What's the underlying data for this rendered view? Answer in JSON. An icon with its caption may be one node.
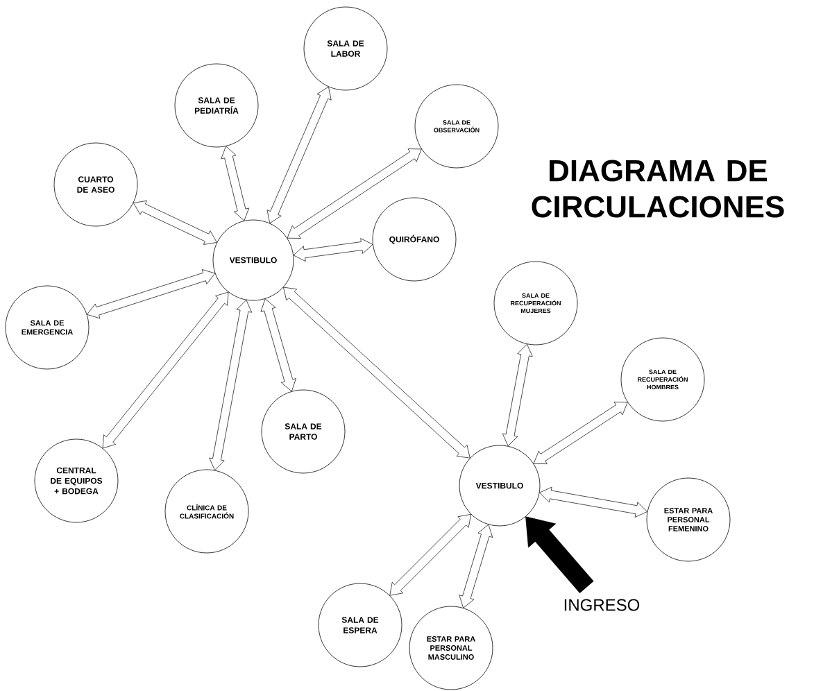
{
  "diagram": {
    "title": "DIAGRAMA DE CIRCULACIONES",
    "nodes": [
      {
        "text": [
          "VESTIBULO"
        ]
      },
      {
        "text": [
          "SALA DE PEDIATRÍA"
        ]
      },
      {
        "text": [
          "SALA DE LABOR"
        ]
      },
      {
        "text": [
          "SALA DE OBSERVACIÓN"
        ]
      },
      {
        "text": [
          "CUARTO DE ASEO"
        ]
      },
      {
        "text": [
          "QUIRÓFANO"
        ]
      },
      {
        "text": [
          "SALA DE EMERGENCIA"
        ]
      },
      {
        "text": [
          "CENTRAL DE EQUIPOS + BODEGA"
        ]
      },
      {
        "text": [
          "CLÍNICA DE CLASIFICACIÓN"
        ]
      },
      {
        "text": [
          "SALA DE PARTO"
        ]
      },
      {
        "text": [
          "VESTIBULO"
        ]
      },
      {
        "text": [
          "SALA DE RECUPERACIÓN MUJERES"
        ]
      },
      {
        "text": [
          "SALA DE RECUPERACIÓN HOMBRES"
        ]
      },
      {
        "text": [
          "ESTAR PARA PERSONAL FEMENINO"
        ]
      },
      {
        "text": [
          "SALA DE ESPERA"
        ]
      },
      {
        "text": [
          "ESTAR PARA PERSONAL MASCULINO"
        ]
      },
      {
        "text": [
          "INGRESO"
        ]
      }
    ],
    "edges": [
      {
        "from": 0,
        "to": 1,
        "arrow": "both"
      },
      {
        "from": 0,
        "to": 2,
        "arrow": "both"
      },
      {
        "from": 0,
        "to": 3,
        "arrow": "both"
      },
      {
        "from": 0,
        "to": 4,
        "arrow": "both"
      },
      {
        "from": 0,
        "to": 5,
        "arrow": "both"
      },
      {
        "from": 0,
        "to": 6,
        "arrow": "both"
      },
      {
        "from": 0,
        "to": 7,
        "arrow": "both"
      },
      {
        "from": 0,
        "to": 8,
        "arrow": "both"
      },
      {
        "from": 0,
        "to": 9,
        "arrow": "both"
      },
      {
        "from": 0,
        "to": 10,
        "arrow": "both"
      },
      {
        "from": 10,
        "to": 11,
        "arrow": "both"
      },
      {
        "from": 10,
        "to": 12,
        "arrow": "both"
      },
      {
        "from": 10,
        "to": 13,
        "arrow": "both"
      },
      {
        "from": 10,
        "to": 14,
        "arrow": "both"
      },
      {
        "from": 10,
        "to": 15,
        "arrow": "both"
      },
      {
        "from": 16,
        "to": 10,
        "arrow": "to",
        "style": "thick"
      }
    ]
  }
}
